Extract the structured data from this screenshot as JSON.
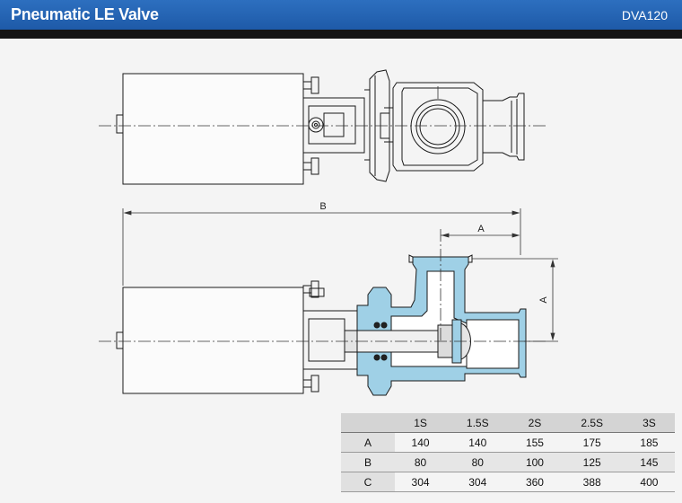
{
  "header": {
    "title": "Pneumatic LE Valve",
    "code": "DVA120"
  },
  "drawing": {
    "dim_b": "B",
    "dim_a_horizontal": "A",
    "dim_a_vertical": "A"
  },
  "colors": {
    "header_blue": "#1e5aa8",
    "band_black": "#151515",
    "section_fill": "#9fd0e6"
  },
  "table": {
    "columns": [
      "",
      "1S",
      "1.5S",
      "2S",
      "2.5S",
      "3S"
    ],
    "rows": [
      {
        "label": "A",
        "values": [
          "140",
          "140",
          "155",
          "175",
          "185"
        ]
      },
      {
        "label": "B",
        "values": [
          "80",
          "80",
          "100",
          "125",
          "145"
        ]
      },
      {
        "label": "C",
        "values": [
          "304",
          "304",
          "360",
          "388",
          "400"
        ]
      }
    ]
  }
}
